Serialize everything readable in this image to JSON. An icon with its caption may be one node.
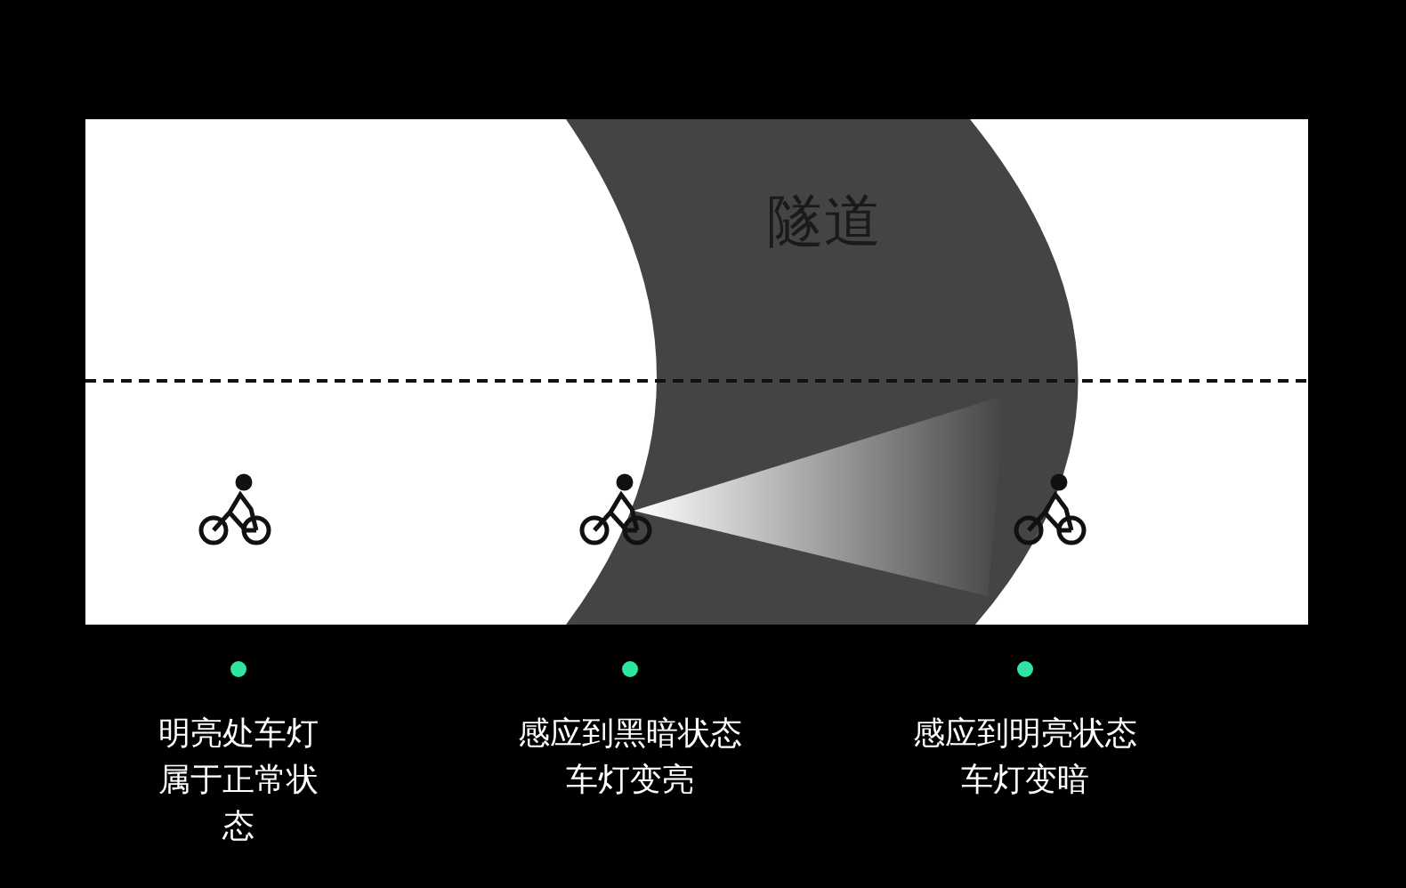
{
  "diagram": {
    "nodes": [
      {
        "text": [
          "隧道"
        ]
      }
    ],
    "edges": [],
    "labels": [
      "明亮处车灯属于正常状态",
      "感应到黑暗状态车灯变亮",
      "感应到明亮状态车灯变暗"
    ]
  }
}
